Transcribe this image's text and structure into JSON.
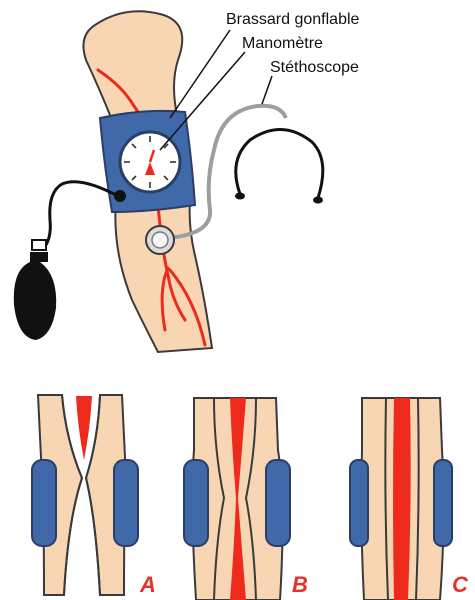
{
  "labels": {
    "cuff": "Brassard gonflable",
    "manometer": "Manomètre",
    "stethoscope": "Stéthoscope"
  },
  "panels": [
    {
      "letter": "A"
    },
    {
      "letter": "B"
    },
    {
      "letter": "C"
    }
  ],
  "colors": {
    "skin": "#f8d6b3",
    "outline": "#3a3a3a",
    "artery": "#ee2a1c",
    "cuff": "#3f69a8",
    "tube_black": "#111111",
    "tube_gray": "#9e9e9e",
    "letter": "#e8312a"
  },
  "icons": [
    "arm",
    "inflatable-cuff",
    "manometer-dial",
    "stethoscope",
    "inflation-bulb"
  ]
}
